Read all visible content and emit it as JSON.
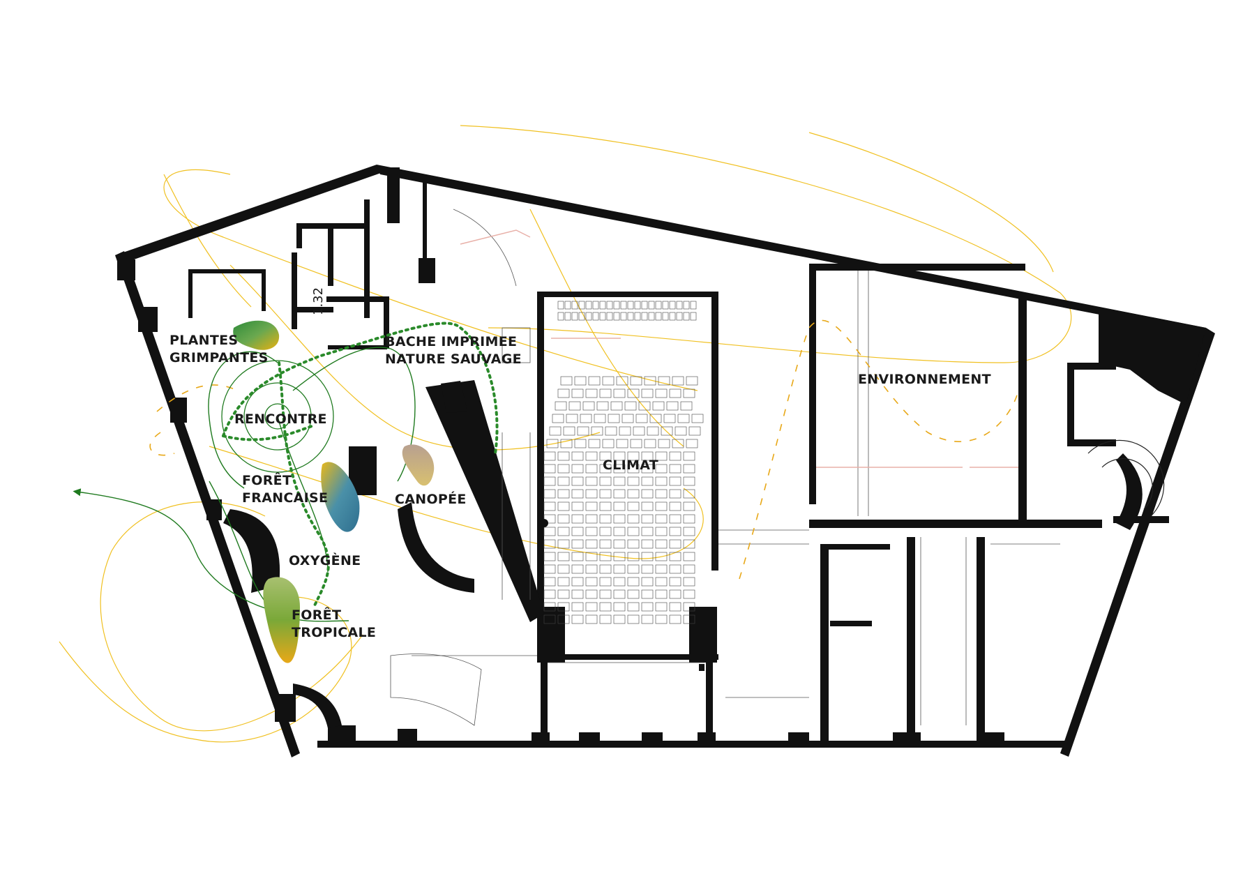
{
  "labels": {
    "plantes_line1": "PLANTES",
    "plantes_line2": "GRIMPANTES",
    "bache_line1": "BACHE IMPRIMEE",
    "bache_line2": "NATURE SAUVAGE",
    "rencontre": "RENCONTRE",
    "foret_fr_line1": "FORÊT",
    "foret_fr_line2": "FRANCAISE",
    "canopee": "CANOPÉE",
    "oxygene": "OXYGÈNE",
    "foret_tr_line1": "FORÊT",
    "foret_tr_line2": "TROPICALE",
    "climat": "CLIMAT",
    "environnement": "ENVIRONNEMENT",
    "dimension_note": "1.32"
  },
  "colors": {
    "wall": "#111111",
    "path_green": "#1f7a1f",
    "dotted_green": "#2a8a2a",
    "orbit_yellow": "#f0c020",
    "dashed_orange": "#e8a818",
    "door_pink": "#e8b0a8"
  },
  "icons": {
    "arrow": "green-arrow-icon",
    "foliage": "foliage-swatch-icon"
  }
}
